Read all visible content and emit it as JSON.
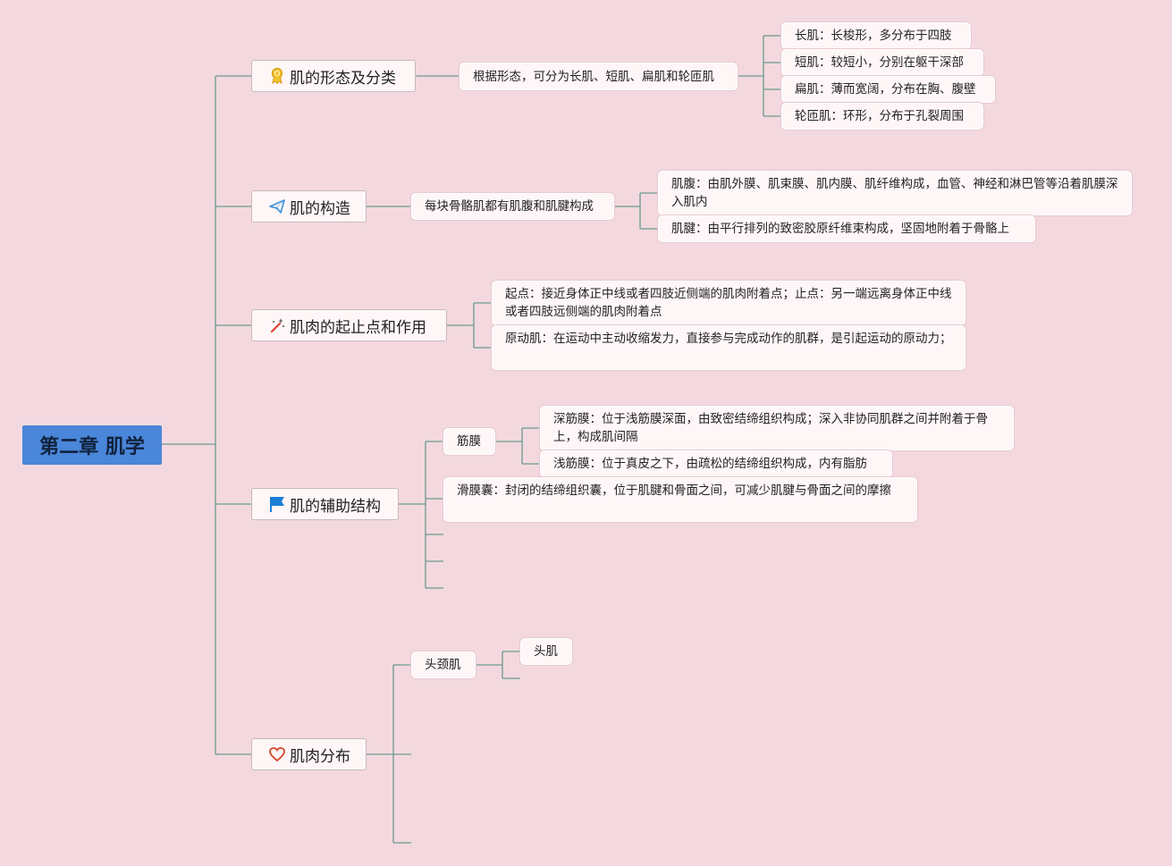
{
  "root": {
    "title": "第二章 肌学"
  },
  "branches": {
    "shape": {
      "label": "肌的形态及分类",
      "icon": "award-ribbon-icon",
      "summary": "根据形态，可分为长肌、短肌、扁肌和轮匝肌",
      "items": [
        "长肌：长梭形，多分布于四肢",
        "短肌：较短小，分别在躯干深部",
        "扁肌：薄而宽阔，分布在胸、腹壁",
        "轮匝肌：环形，分布于孔裂周围"
      ]
    },
    "structure": {
      "label": "肌的构造",
      "icon": "paper-plane-icon",
      "summary": "每块骨骼肌都有肌腹和肌腱构成",
      "items": [
        "肌腹：由肌外膜、肌束膜、肌内膜、肌纤维构成，血管、神经和淋巴管等沿着肌膜深入肌内",
        "肌腱：由平行排列的致密胶原纤维束构成，坚固地附着于骨骼上"
      ]
    },
    "origin": {
      "label": "肌肉的起止点和作用",
      "icon": "magic-wand-icon",
      "items": [
        "起点：接近身体正中线或者四肢近侧端的肌肉附着点；止点：另一端远离身体正中线或者四肢远侧端的肌肉附着点",
        "原动肌：在运动中主动收缩发力，直接参与完成动作的肌群，是引起运动的原动力；"
      ]
    },
    "auxiliary": {
      "label": "肌的辅助结构",
      "icon": "flag-icon",
      "fascia": {
        "label": "筋膜",
        "items": [
          "深筋膜：位于浅筋膜深面，由致密结缔组织构成；深入非协同肌群之间并附着于骨上，构成肌间隔",
          "浅筋膜：位于真皮之下，由疏松的结缔组织构成，内有脂肪"
        ]
      },
      "bursa": "滑膜囊：封闭的结缔组织囊，位于肌腱和骨面之间，可减少肌腱与骨面之间的摩擦"
    },
    "distribution": {
      "label": "肌肉分布",
      "icon": "heart-icon",
      "head_neck": {
        "label": "头颈肌",
        "items": [
          "头肌"
        ]
      }
    }
  },
  "colors": {
    "background": "#f3d9df",
    "root": "#4a86d9",
    "line": "#6a9a8a"
  }
}
